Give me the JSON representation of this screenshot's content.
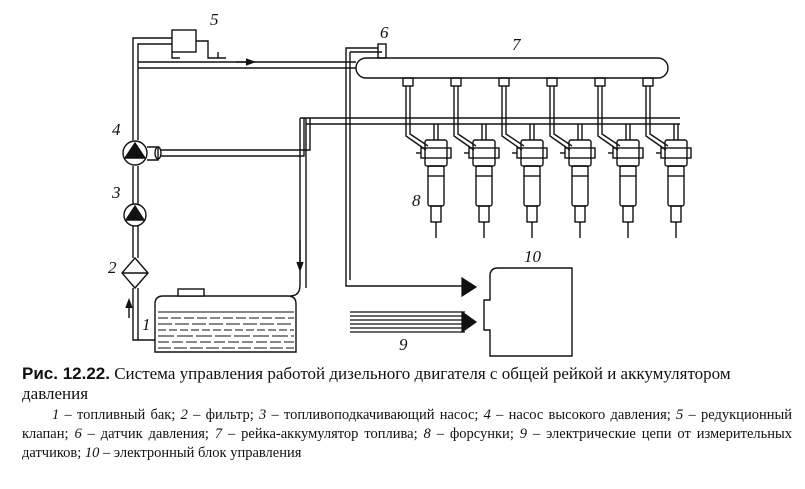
{
  "figure": {
    "labels": {
      "l1": "1",
      "l2": "2",
      "l3": "3",
      "l4": "4",
      "l5": "5",
      "l6": "6",
      "l7": "7",
      "l8": "8",
      "l9": "9",
      "l10": "10"
    },
    "injector_count": 6
  },
  "caption": {
    "title_prefix": "Рис. 12.22.",
    "title_text": "Система управления работой дизельного двигателя с общей рейкой и аккумулятором давления",
    "legend": [
      {
        "num": "1",
        "text": " – топливный бак; "
      },
      {
        "num": "2",
        "text": " – фильтр; "
      },
      {
        "num": "3",
        "text": " – топливоподкачивающий насос; "
      },
      {
        "num": "4",
        "text": " – насос высокого давления; "
      },
      {
        "num": "5",
        "text": " – редукционный клапан; "
      },
      {
        "num": "6",
        "text": " – датчик давления; "
      },
      {
        "num": "7",
        "text": " – рейка-аккумулятор топлива; "
      },
      {
        "num": "8",
        "text": " – форсунки; "
      },
      {
        "num": "9",
        "text": " – электрические цепи от измерительных датчиков; "
      },
      {
        "num": "10",
        "text": " – электронный блок управления"
      }
    ]
  }
}
